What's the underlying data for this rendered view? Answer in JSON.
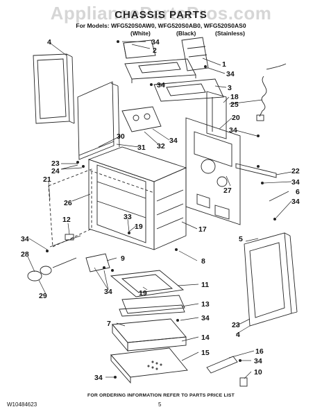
{
  "watermark": "AppliancePartsPros.com",
  "header": {
    "title": "CHASSIS PARTS",
    "models": "For Models: WFG520S0AW0, WFG520S0AB0, WFG520S0AS0",
    "variants": [
      "(White)",
      "(Black)",
      "(Stainless)"
    ]
  },
  "callouts": [
    "1",
    "2",
    "3",
    "4",
    "5",
    "6",
    "7",
    "8",
    "9",
    "10",
    "11",
    "12",
    "13",
    "14",
    "15",
    "16",
    "17",
    "18",
    "19",
    "20",
    "21",
    "22",
    "23",
    "24",
    "25",
    "26",
    "27",
    "28",
    "29",
    "30",
    "31",
    "32",
    "33",
    "34"
  ],
  "footer": {
    "ordering_note": "FOR ORDERING INFORMATION REFER TO PARTS PRICE LIST",
    "document_number": "W10484623",
    "page_number": "5"
  }
}
